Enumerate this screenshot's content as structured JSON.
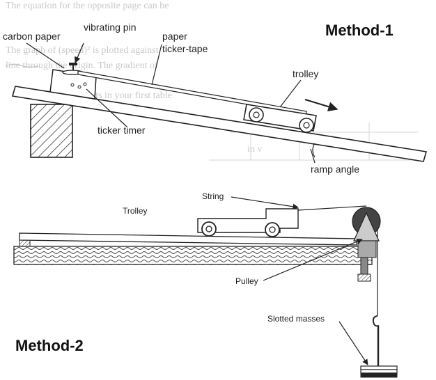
{
  "method1": {
    "heading": "Method-1",
    "labels": {
      "carbon_paper": "carbon paper",
      "vibrating_pin": "vibrating pin",
      "paper_line1": "paper",
      "paper_line2": "ticker-tape",
      "trolley": "trolley",
      "ticker_timer": "ticker timer",
      "ramp_angle": "ramp angle"
    },
    "background_text": {
      "line1": "The equation for the opposite page can be",
      "line2": "The graph of (speed)² is plotted against",
      "line3": "line through the origin. The gradient of",
      "line4": "Justify your results in your first table",
      "cell": "in v"
    }
  },
  "method2": {
    "heading": "Method-2",
    "labels": {
      "string": "String",
      "trolley": "Trolley",
      "pulley": "Pulley",
      "slotted_masses": "Slotted masses"
    }
  }
}
